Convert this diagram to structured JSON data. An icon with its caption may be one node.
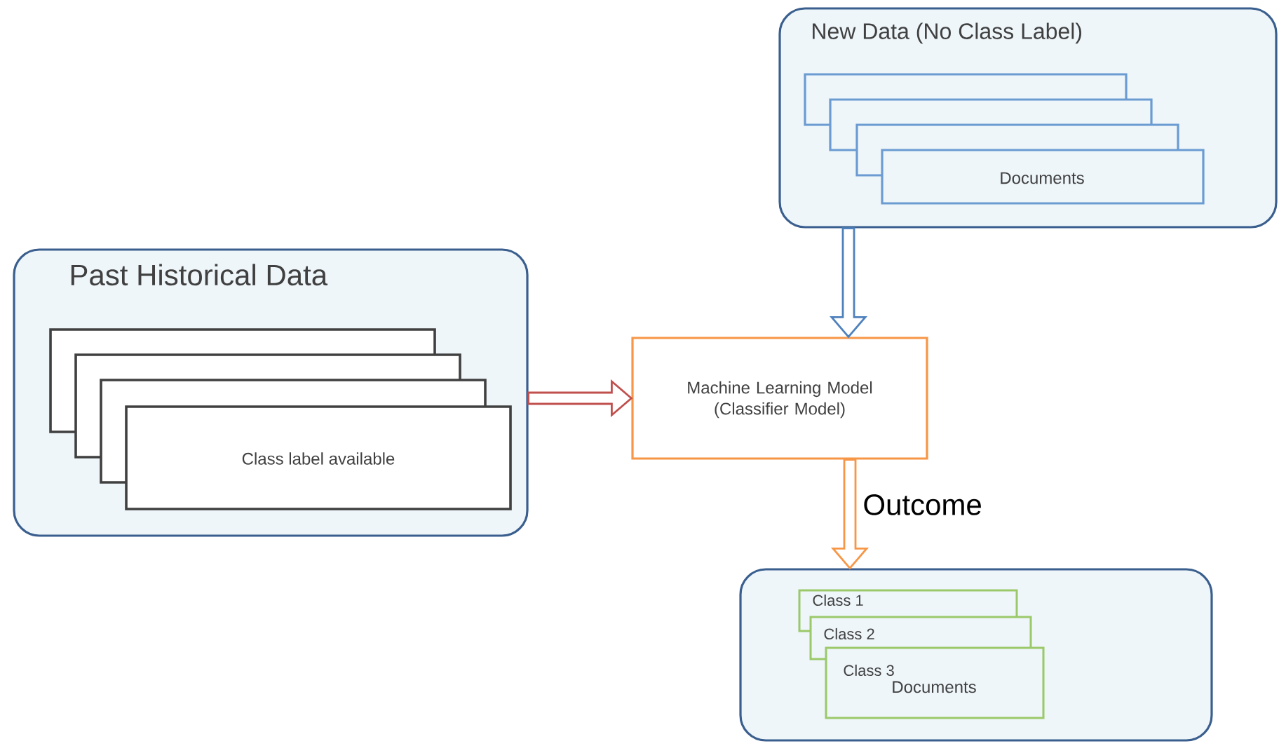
{
  "diagram": {
    "nodes": [
      {
        "text": [
          "Past Historical Data"
        ]
      },
      {
        "text": [],
        "shape": "box",
        "in": 0
      },
      {
        "text": [],
        "shape": "box",
        "in": 0
      },
      {
        "text": [],
        "shape": "box",
        "in": 0
      },
      {
        "text": [
          "Class label available"
        ],
        "in": 0
      },
      {
        "text": [
          "New Data (No Class Label)"
        ]
      },
      {
        "text": [],
        "shape": "box",
        "in": 5
      },
      {
        "text": [],
        "shape": "box",
        "in": 5
      },
      {
        "text": [],
        "shape": "box",
        "in": 5
      },
      {
        "text": [
          "Documents"
        ],
        "in": 5
      },
      {
        "text": [
          "Machine Learning Model (Classifier Model)"
        ]
      },
      {
        "text": [],
        "shape": "box"
      },
      {
        "text": [
          "Class 1"
        ],
        "in": 11
      },
      {
        "text": [
          "Class 2"
        ],
        "in": 11
      },
      {
        "text": [
          "Class 3",
          "Documents"
        ],
        "in": 11
      }
    ],
    "edges": [
      {
        "from": 0,
        "to": 10,
        "arrow": "to",
        "color": "#c0504d"
      },
      {
        "from": 5,
        "to": 10,
        "arrow": "to",
        "color": "#4f81bd"
      },
      {
        "from": 10,
        "to": 11,
        "arrow": "to",
        "color": "#f79646",
        "label": "Outcome"
      }
    ]
  }
}
